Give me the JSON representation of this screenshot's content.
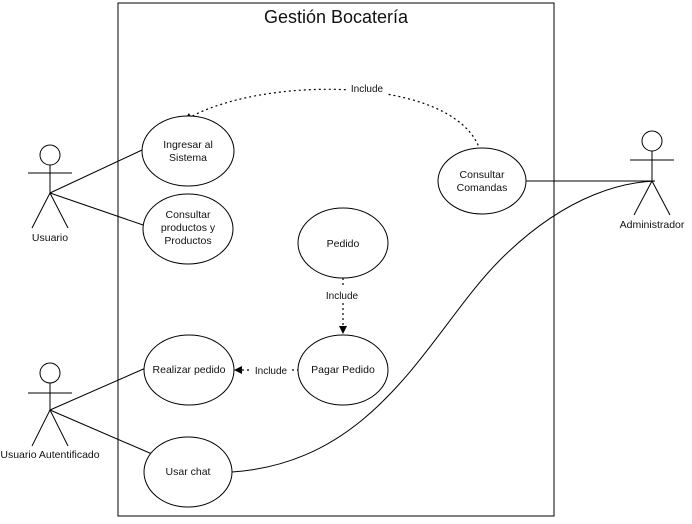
{
  "system": {
    "title": "Gestión Bocatería"
  },
  "actors": {
    "usuario": "Usuario",
    "usuario_autenticado": "Usuario Autentificado",
    "administrador": "Administrador"
  },
  "use_cases": {
    "ingresar": [
      "Ingresar al",
      "Sistema"
    ],
    "consultar_productos": [
      "Consultar",
      "productos y",
      "Productos"
    ],
    "consultar_comandas": [
      "Consultar",
      "Comandas"
    ],
    "pedido": [
      "Pedido"
    ],
    "pagar_pedido": [
      "Pagar Pedido"
    ],
    "realizar_pedido": [
      "Realizar pedido"
    ],
    "usar_chat": [
      "Usar chat"
    ]
  },
  "relations": {
    "include_top": "Include",
    "include_middle": "Include",
    "include_left": "Include"
  }
}
